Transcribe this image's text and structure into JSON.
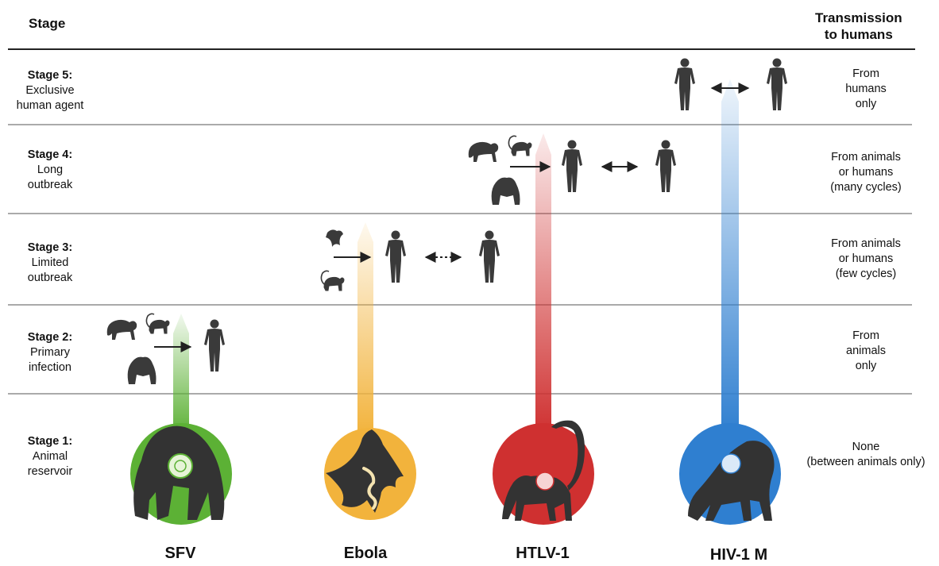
{
  "header": {
    "stage_title": "Stage",
    "transmission_title_line1": "Transmission",
    "transmission_title_line2": "to humans"
  },
  "stages": [
    {
      "label": "Stage 5:",
      "desc_line1": "Exclusive",
      "desc_line2": "human agent",
      "desc_line3": "",
      "transmission_line1": "From",
      "transmission_line2": "humans",
      "transmission_line3": "only"
    },
    {
      "label": "Stage 4:",
      "desc_line1": "Long",
      "desc_line2": "outbreak",
      "desc_line3": "",
      "transmission_line1": "From animals",
      "transmission_line2": "or humans",
      "transmission_line3": "(many cycles)"
    },
    {
      "label": "Stage 3:",
      "desc_line1": "Limited",
      "desc_line2": "outbreak",
      "desc_line3": "",
      "transmission_line1": "From animals",
      "transmission_line2": "or humans",
      "transmission_line3": "(few cycles)"
    },
    {
      "label": "Stage 2:",
      "desc_line1": "Primary",
      "desc_line2": "infection",
      "desc_line3": "",
      "transmission_line1": "From",
      "transmission_line2": "animals",
      "transmission_line3": "only"
    },
    {
      "label": "Stage 1:",
      "desc_line1": "Animal",
      "desc_line2": "reservoir",
      "desc_line3": "",
      "transmission_line1": "None",
      "transmission_line2": "(between animals only)",
      "transmission_line3": ""
    }
  ],
  "viruses": [
    {
      "name": "SFV",
      "reservoir_icon": "gorilla-icon",
      "color": "#5cb135",
      "reached_stage": 2
    },
    {
      "name": "Ebola",
      "reservoir_icon": "bat-icon",
      "color": "#f2b33c",
      "reached_stage": 3
    },
    {
      "name": "HTLV-1",
      "reservoir_icon": "monkey-icon",
      "color": "#cf3030",
      "reached_stage": 4
    },
    {
      "name": "HIV-1 M",
      "reservoir_icon": "chimpanzee-icon",
      "color": "#2f7fd0",
      "reached_stage": 5
    }
  ],
  "colors": {
    "silhouette": "#3a3a3a",
    "divider": "#333333"
  }
}
